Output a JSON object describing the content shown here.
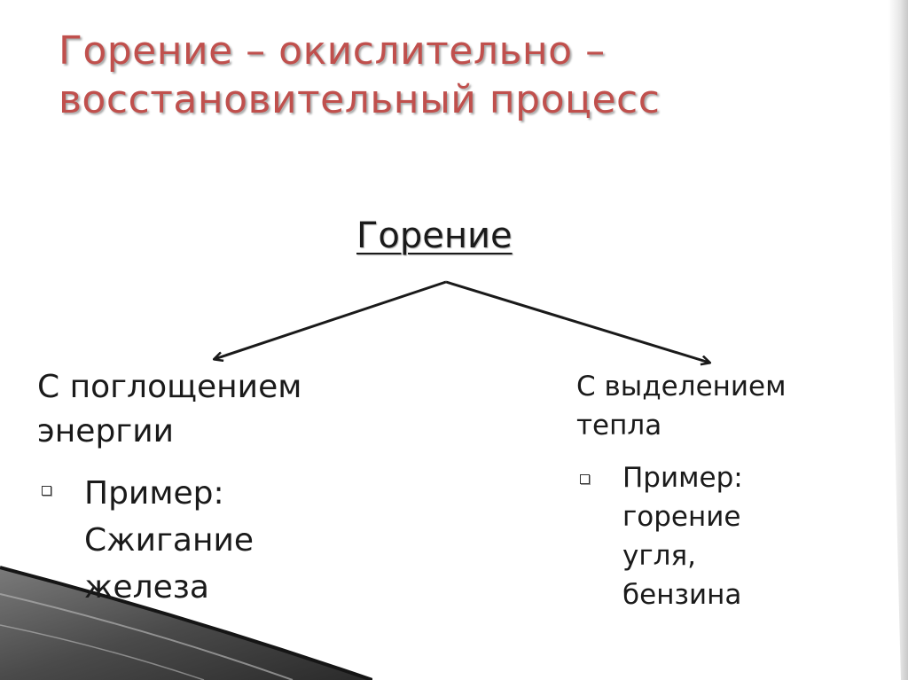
{
  "slide": {
    "title": "Горение – окислительно –\nвосстановительный процесс"
  },
  "diagram": {
    "root": "Горение",
    "left": {
      "title": "С поглощением энергии",
      "example": "Пример:\nСжигание\nжелеза"
    },
    "right": {
      "title": "С выделением тепла",
      "example": "Пример:\nгорение\nугля,\nбензина"
    }
  },
  "icons": {
    "bullet": "square-bullet-icon",
    "arrow": "arrow-head-icon"
  },
  "colors": {
    "title": "#c0504d",
    "text": "#1a1a1a",
    "arrow": "#1a1a1a",
    "decor_dark": "#3a3a3a",
    "decor_light": "#9a9a9a"
  }
}
